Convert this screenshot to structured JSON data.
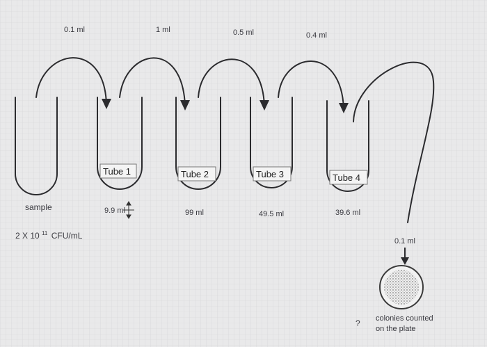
{
  "transfers": [
    "0.1 ml",
    "1 ml",
    "0.5 ml",
    "0.4 ml"
  ],
  "tubes": [
    {
      "name": "sample",
      "volume": ""
    },
    {
      "name": "Tube 1",
      "volume": "9.9 ml"
    },
    {
      "name": "Tube 2",
      "volume": "99 ml"
    },
    {
      "name": "Tube 3",
      "volume": "49.5 ml"
    },
    {
      "name": "Tube 4",
      "volume": "39.6 ml"
    }
  ],
  "concentration": {
    "base": "2 X 10",
    "exponent": "11",
    "unit": "CFU/mL"
  },
  "plate": {
    "transfer": "0.1 ml",
    "question_mark": "?",
    "caption_line1": "colonies counted",
    "caption_line2": "on the plate"
  },
  "colors": {
    "background": "#e9e9ea",
    "line": "#2b2b2e",
    "grid": "#d6d6d8"
  }
}
